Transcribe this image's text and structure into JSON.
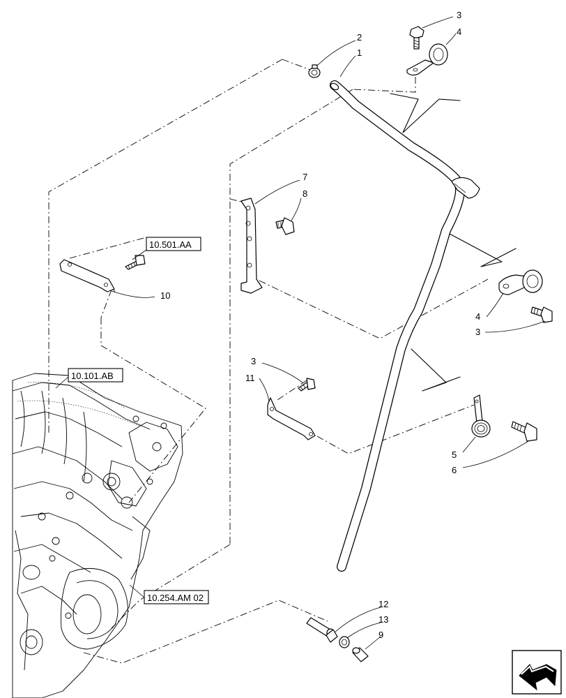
{
  "callouts": [
    "1",
    "2",
    "3",
    "4",
    "7",
    "8",
    "10",
    "4",
    "3",
    "3",
    "11",
    "5",
    "6",
    "12",
    "13",
    "9"
  ],
  "references": [
    "10.501.AA",
    "10.101.AB",
    "10.254.AM 02"
  ]
}
